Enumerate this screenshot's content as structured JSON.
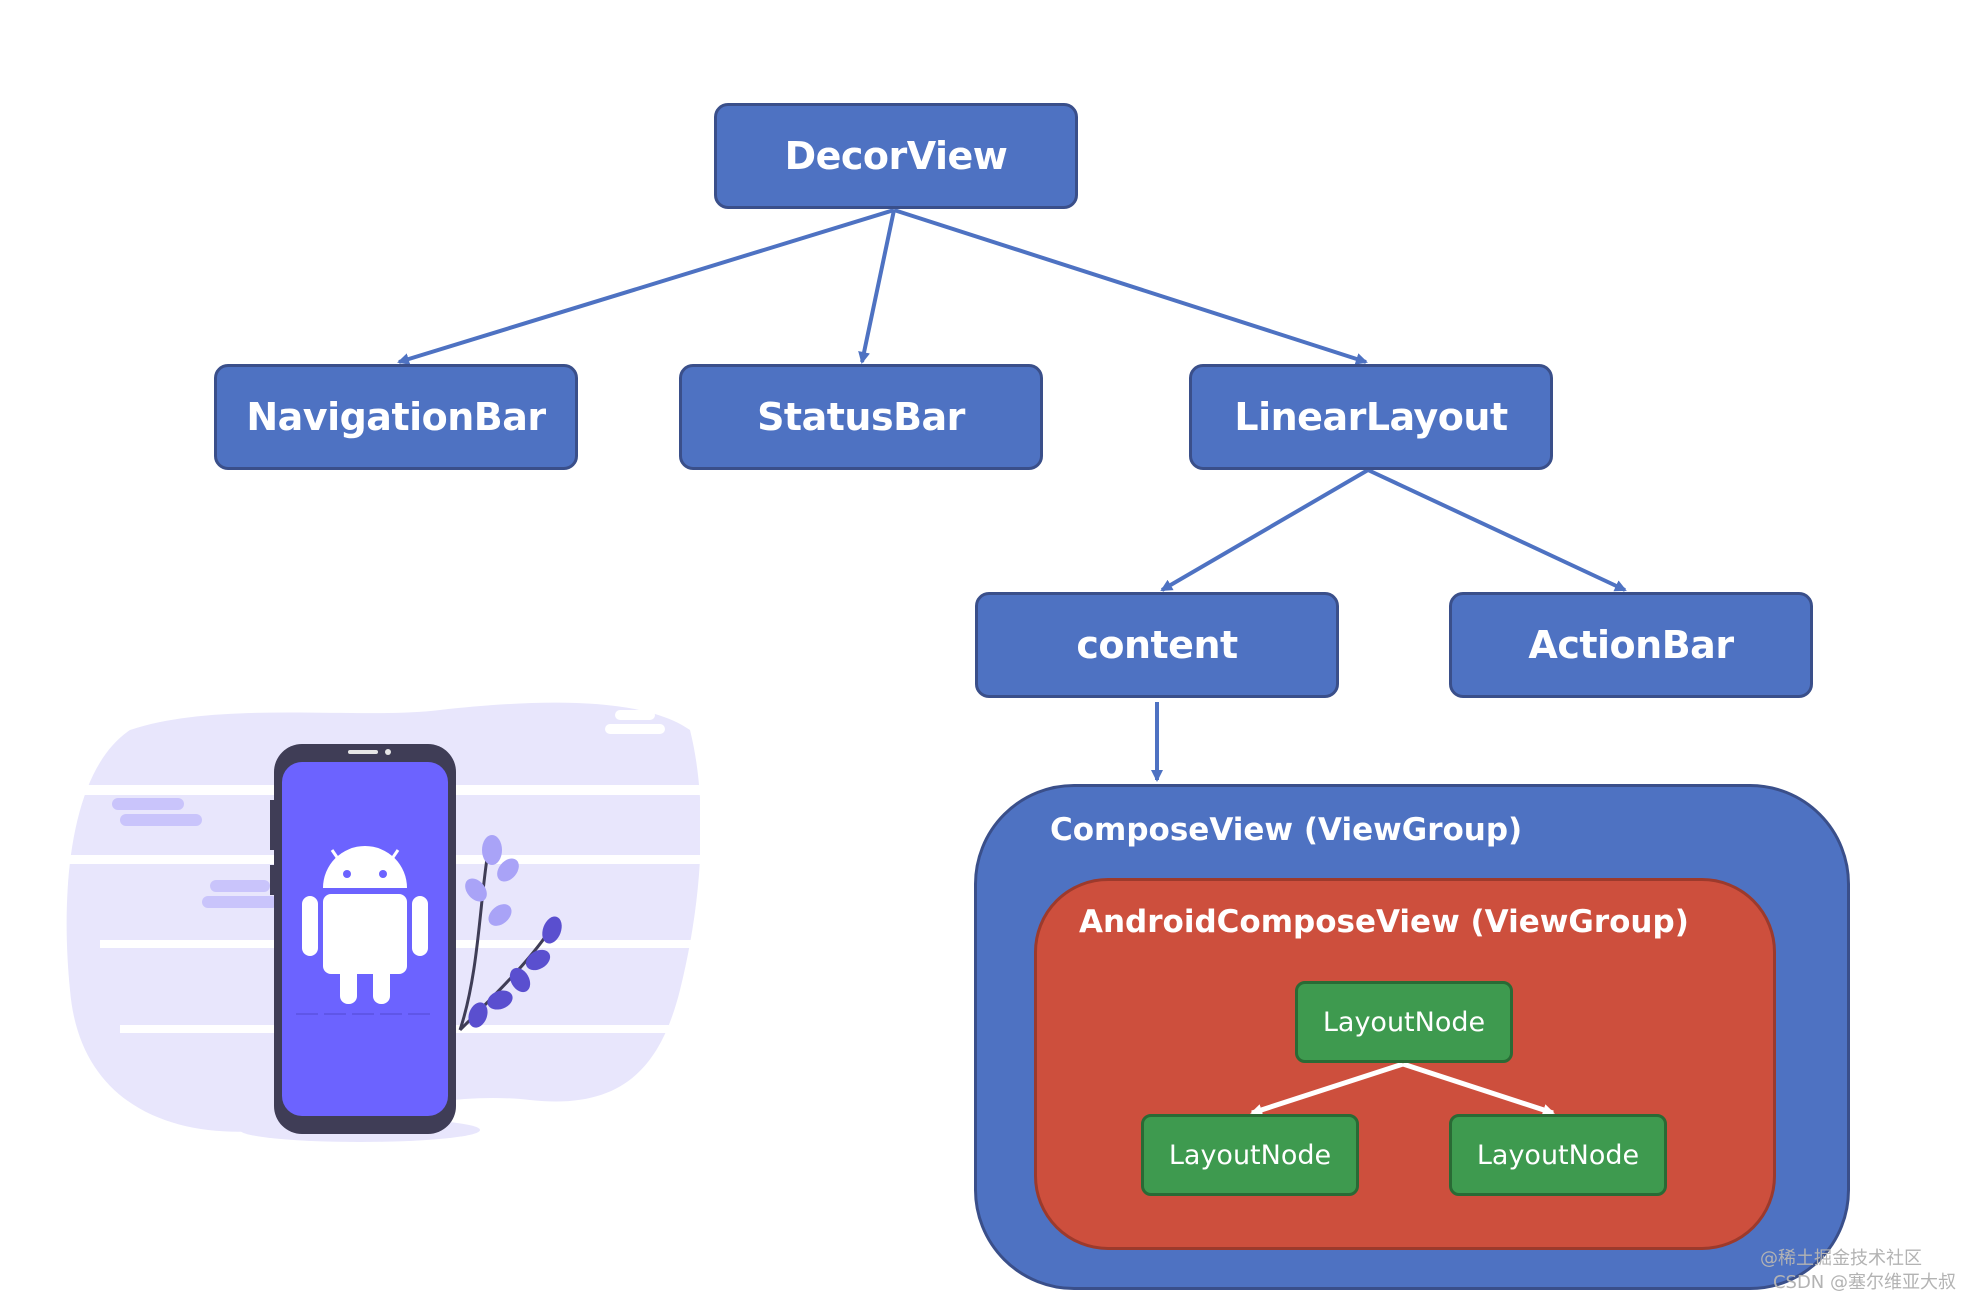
{
  "colors": {
    "node_fill": "#4e72c2",
    "node_border": "#3a4f8a",
    "edge": "#4e72c2",
    "compose_view_fill": "#4e72c2",
    "android_compose_view_fill": "#cd4f3d",
    "layout_node_fill": "#3e9a4f",
    "layout_node_edge": "#ffffff",
    "phone_screen": "#6c63ff",
    "phone_body": "#3f3d56",
    "cloud": "#e8e6fc"
  },
  "nodes": {
    "decor_view": "DecorView",
    "navigation_bar": "NavigationBar",
    "status_bar": "StatusBar",
    "linear_layout": "LinearLayout",
    "content": "content",
    "action_bar": "ActionBar"
  },
  "compose_view": {
    "label": "ComposeView (ViewGroup)"
  },
  "android_compose_view": {
    "label": "AndroidComposeView (ViewGroup)"
  },
  "layout_nodes": {
    "root": "LayoutNode",
    "left": "LayoutNode",
    "right": "LayoutNode"
  },
  "illustration": {
    "icon": "android-phone-illustration"
  },
  "watermark": {
    "line1": "@稀土掘金技术社区",
    "line2": "CSDN @塞尔维亚大叔"
  }
}
